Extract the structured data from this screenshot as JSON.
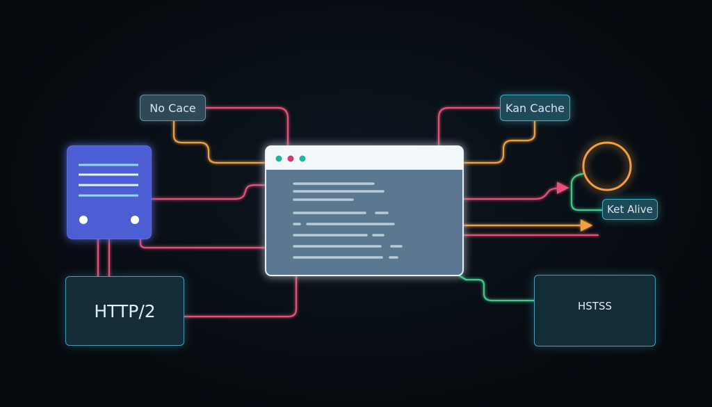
{
  "labels": {
    "no_cache": "No Cace",
    "kan_cache": "Kan Cache",
    "ket_alive": "Ket Alive",
    "http2": "HTTP/2",
    "hsts": "HSTSS"
  },
  "colors": {
    "pink": "#e8507a",
    "orange": "#f0a040",
    "green": "#3fc78a",
    "cyan": "#3fb2c7",
    "server": "#4b5fd6",
    "browser_body": "#5b7891"
  }
}
